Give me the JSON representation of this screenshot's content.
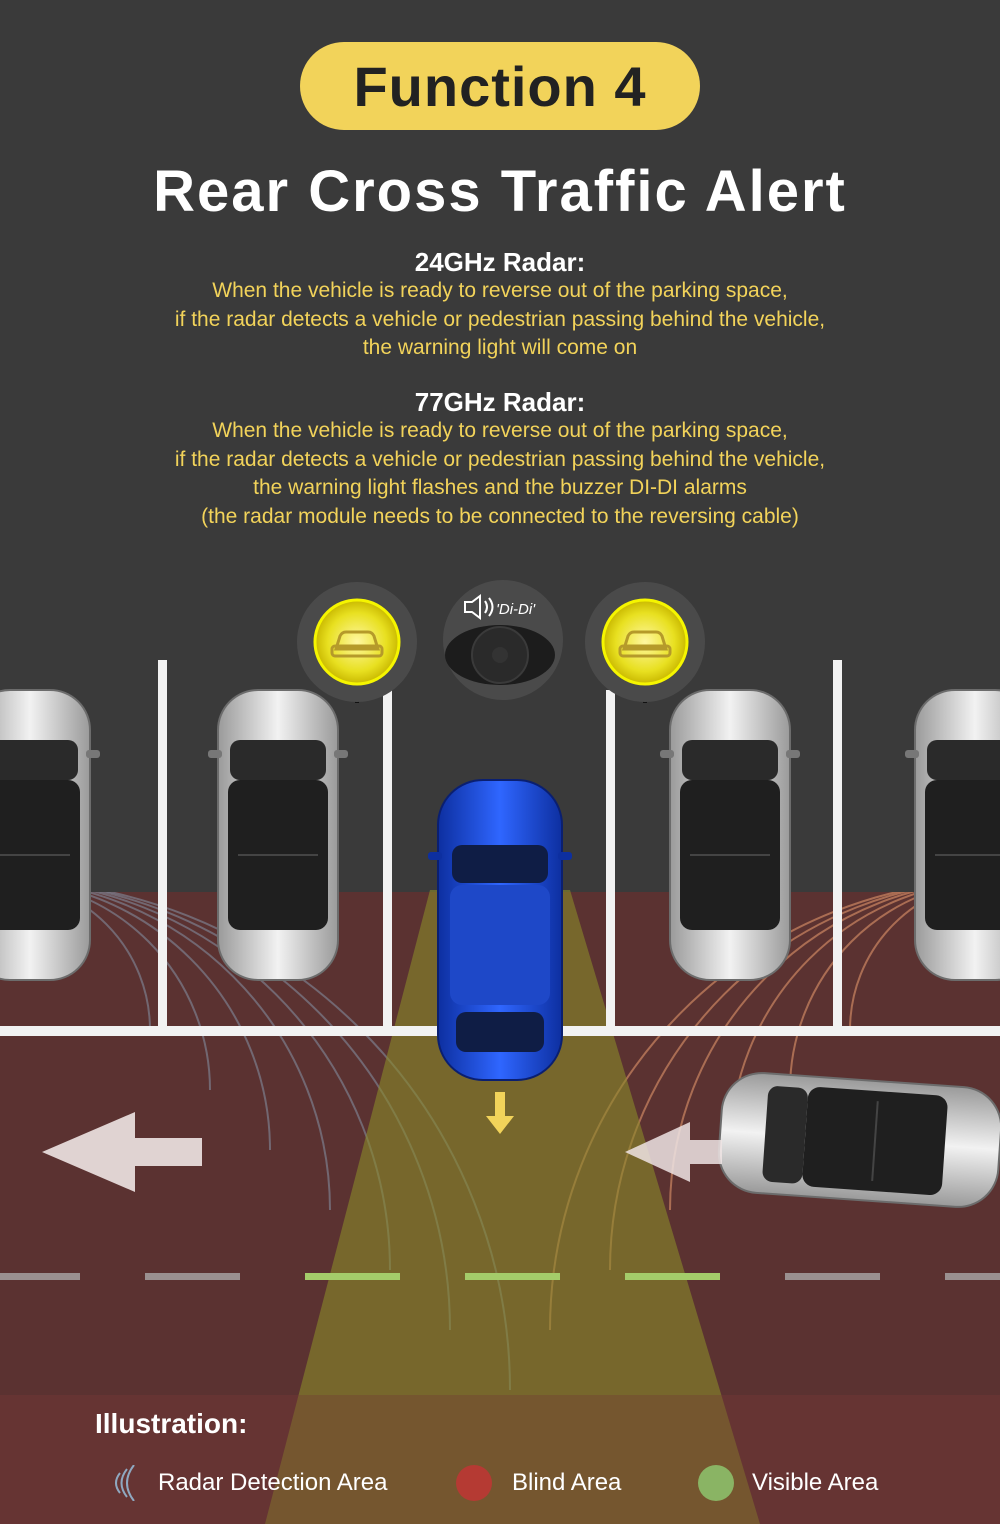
{
  "badge": "Function 4",
  "title": "Rear Cross Traffic Alert",
  "radar24": {
    "heading": "24GHz Radar:",
    "lines": [
      "When the vehicle is ready to reverse out of the parking space,",
      "if the radar detects a vehicle or pedestrian passing behind the vehicle,",
      "the warning light will come on"
    ]
  },
  "radar77": {
    "heading": "77GHz Radar:",
    "lines": [
      "When the vehicle is ready to reverse out of the parking space,",
      "if the radar detects a vehicle or pedestrian passing behind the vehicle,",
      "the warning light flashes and the buzzer DI-DI alarms",
      "(the radar module needs to be connected to the reversing cable)"
    ]
  },
  "buzzer_label": "'Di-Di'",
  "legend": {
    "title": "Illustration:",
    "items": [
      {
        "label": "Radar Detection Area"
      },
      {
        "label": "Blind Area",
        "color": "#b53a33"
      },
      {
        "label": "Visible Area",
        "color": "#8ab464"
      }
    ]
  },
  "colors": {
    "badge": "#f2d35a",
    "background": "#3a3a3a",
    "road": "#5b3231",
    "text_highlight": "#f2d35a",
    "main_car": "#1f4fd8",
    "warning_light": "#e8e020"
  }
}
